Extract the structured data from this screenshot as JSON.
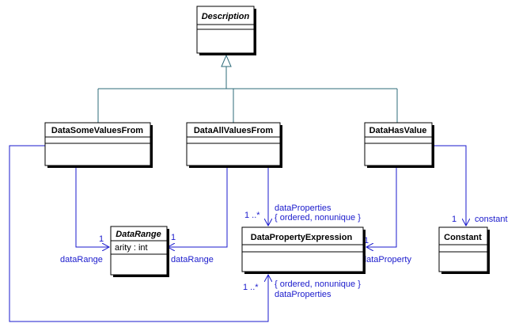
{
  "classes": {
    "description": {
      "name": "Description",
      "abstract": true
    },
    "data_some_values_from": {
      "name": "DataSomeValuesFrom"
    },
    "data_all_values_from": {
      "name": "DataAllValuesFrom"
    },
    "data_has_value": {
      "name": "DataHasValue"
    },
    "data_range": {
      "name": "DataRange",
      "abstract": true,
      "attribute": "arity : int"
    },
    "data_property_expression": {
      "name": "DataPropertyExpression"
    },
    "constant": {
      "name": "Constant"
    }
  },
  "associations": {
    "some_to_range": {
      "multiplicity": "1",
      "role": "dataRange"
    },
    "all_to_range": {
      "multiplicity": "1",
      "role": "dataRange"
    },
    "all_to_dpe": {
      "multiplicity": "1 ..*",
      "role": "dataProperties",
      "constraint": "{ ordered, nonunique }"
    },
    "has_to_dpe": {
      "multiplicity": "1",
      "role": "dataProperty"
    },
    "has_to_constant": {
      "multiplicity": "1",
      "role": "constant"
    },
    "some_to_dpe": {
      "multiplicity": "1 ..*",
      "role": "dataProperties",
      "constraint": "{ ordered, nonunique }"
    }
  },
  "colors": {
    "association": "#1a1acc",
    "generalization": "#2e6b7a",
    "class_border": "#000000"
  }
}
